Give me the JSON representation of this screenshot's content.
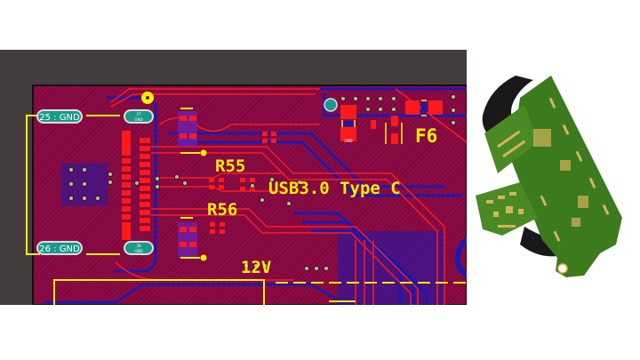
{
  "pcb_layout": {
    "labels": {
      "r55": "R55",
      "r56": "R56",
      "usb": "USB3.0 Type C",
      "v12": "12V",
      "f6": "F6"
    },
    "pads": {
      "gnd25": "25 : GND",
      "gnd26": "26 : GND",
      "gnd27_num": "27",
      "gnd27_net": "GND",
      "gnd28_num": "28",
      "gnd28_net": "GND",
      "small_gnd_num": "1",
      "small_gnd_net": "GND"
    },
    "colors": {
      "board": "#8a0a46",
      "top_copper": "#ff1a1a",
      "bottom_copper": "#1a1ab0",
      "silkscreen": "#ffee00",
      "background": "#433d3e",
      "pad_teal": "#1a9a8a"
    }
  },
  "photo": {
    "subject": "rigid-flex PCB",
    "colors": {
      "solder_mask": "#3c7a1e",
      "gold": "#d4b45a",
      "flex": "#1a1818"
    }
  }
}
